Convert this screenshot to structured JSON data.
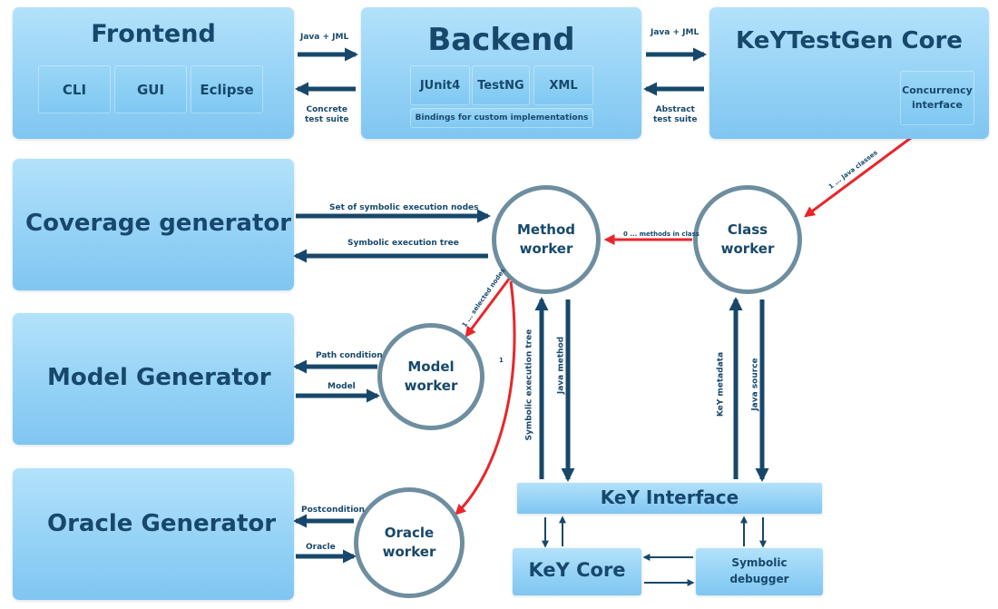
{
  "frontend": {
    "title": "Frontend",
    "items": [
      "CLI",
      "GUI",
      "Eclipse"
    ]
  },
  "backend": {
    "title": "Backend",
    "items": [
      "JUnit4",
      "TestNG",
      "XML"
    ],
    "bindings": "Bindings for custom implementations"
  },
  "core": {
    "title": "KeYTestGen Core",
    "concurrency": "Concurrency\ninterface"
  },
  "generators": {
    "coverage": "Coverage generator",
    "model": "Model Generator",
    "oracle": "Oracle Generator"
  },
  "workers": {
    "method": "Method\nworker",
    "class": "Class\nworker",
    "model": "Model\nworker",
    "oracle": "Oracle\nworker"
  },
  "key": {
    "interface": "KeY Interface",
    "core": "KeY Core",
    "debugger": "Symbolic\ndebugger"
  },
  "labels": {
    "java_jml_1": "Java + JML",
    "concrete_suite": "Concrete\ntest suite",
    "java_jml_2": "Java + JML",
    "abstract_suite": "Abstract\ntest suite",
    "java_classes": "1 ... Java classes",
    "sym_nodes": "Set of symbolic execution nodes",
    "sym_tree": "Symbolic execution tree",
    "methods_in_class": "0 ... methods in class",
    "selected_nodes": "1 ... selected nodes",
    "one": "1",
    "path_condition": "Path condition",
    "model": "Model",
    "postcondition": "Postcondition",
    "oracle": "Oracle",
    "sym_exec_tree_v": "Symbolic execution tree",
    "java_method": "Java method",
    "key_metadata": "KeY metadata",
    "java_source": "Java source"
  },
  "colors": {
    "box": "#95d2f6",
    "arrow_dark": "#17486b",
    "arrow_red": "#e8262a",
    "circle_border": "#6e8ea0"
  }
}
